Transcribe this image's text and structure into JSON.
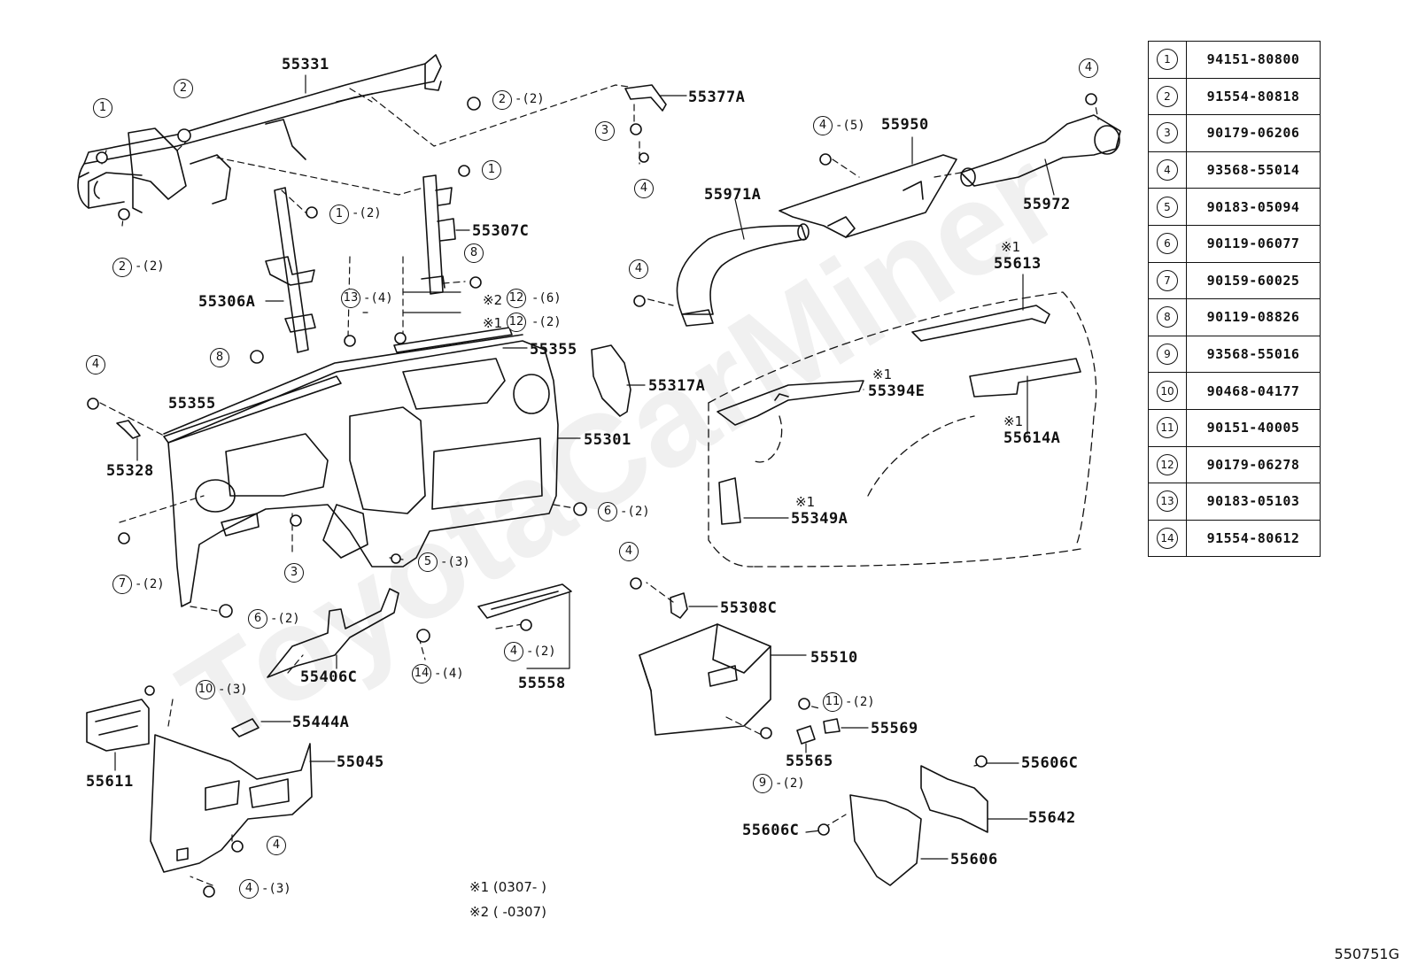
{
  "watermark": "ToyotaCarMiner",
  "figure_code": "550751G",
  "parts": {
    "p55331": "55331",
    "p55377A": "55377A",
    "p55950": "55950",
    "p55972": "55972",
    "p55971A": "55971A",
    "p55307C": "55307C",
    "p55306A": "55306A",
    "p55613": "55613",
    "p55355a": "55355",
    "p55355b": "55355",
    "p55317A": "55317A",
    "p55394E": "55394E",
    "p55614A": "55614A",
    "p55301": "55301",
    "p55328": "55328",
    "p55349A": "55349A",
    "p55308C": "55308C",
    "p55406C": "55406C",
    "p55558": "55558",
    "p55510": "55510",
    "p55444A": "55444A",
    "p55045": "55045",
    "p55611": "55611",
    "p55569": "55569",
    "p55565": "55565",
    "p55606C_a": "55606C",
    "p55606C_b": "55606C",
    "p55642": "55642",
    "p55606": "55606"
  },
  "callouts": {
    "c1": "1",
    "c2": "2",
    "c3": "3",
    "c4": "4",
    "c5": "5",
    "c6": "6",
    "c7": "7",
    "c8": "8",
    "c9": "9",
    "c10": "10",
    "c11": "11",
    "c12": "12",
    "c13": "13",
    "c14": "14"
  },
  "quantities": {
    "q2": "-(2)",
    "q3": "-(3)",
    "q4": "-(4)",
    "q5": "-(5)",
    "q6": "-(6)"
  },
  "notes": {
    "mark1": "※1",
    "mark2": "※2",
    "note1": "※1 (0307-      )",
    "note2": "※2 (      -0307)"
  },
  "reference_table": [
    {
      "num": "1",
      "part": "94151-80800"
    },
    {
      "num": "2",
      "part": "91554-80818"
    },
    {
      "num": "3",
      "part": "90179-06206"
    },
    {
      "num": "4",
      "part": "93568-55014"
    },
    {
      "num": "5",
      "part": "90183-05094"
    },
    {
      "num": "6",
      "part": "90119-06077"
    },
    {
      "num": "7",
      "part": "90159-60025"
    },
    {
      "num": "8",
      "part": "90119-08826"
    },
    {
      "num": "9",
      "part": "93568-55016"
    },
    {
      "num": "10",
      "part": "90468-04177"
    },
    {
      "num": "11",
      "part": "90151-40005"
    },
    {
      "num": "12",
      "part": "90179-06278"
    },
    {
      "num": "13",
      "part": "90183-05103"
    },
    {
      "num": "14",
      "part": "91554-80612"
    }
  ]
}
